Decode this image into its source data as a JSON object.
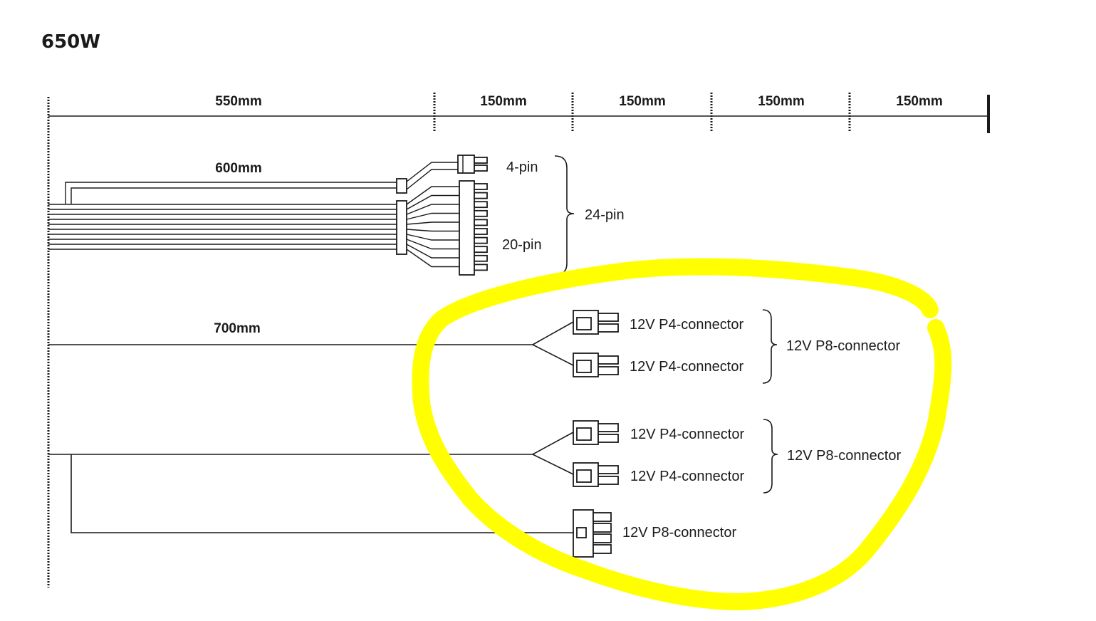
{
  "title": "650W",
  "ruler": {
    "segments": [
      "550mm",
      "150mm",
      "150mm",
      "150mm",
      "150mm"
    ]
  },
  "cables": {
    "atx": {
      "length": "600mm",
      "labels": {
        "four_pin": "4-pin",
        "twenty_pin": "20-pin",
        "combined": "24-pin"
      }
    },
    "cpu1": {
      "length": "700mm",
      "connectors": [
        "12V P4-connector",
        "12V P4-connector"
      ],
      "group": "12V P8-connector"
    },
    "cpu2": {
      "connectors": [
        "12V P4-connector",
        "12V P4-connector"
      ],
      "group": "12V P8-connector",
      "branch": "12V P8-connector"
    }
  },
  "colors": {
    "ink": "#1a1a1a",
    "highlight": "#ffff00"
  }
}
